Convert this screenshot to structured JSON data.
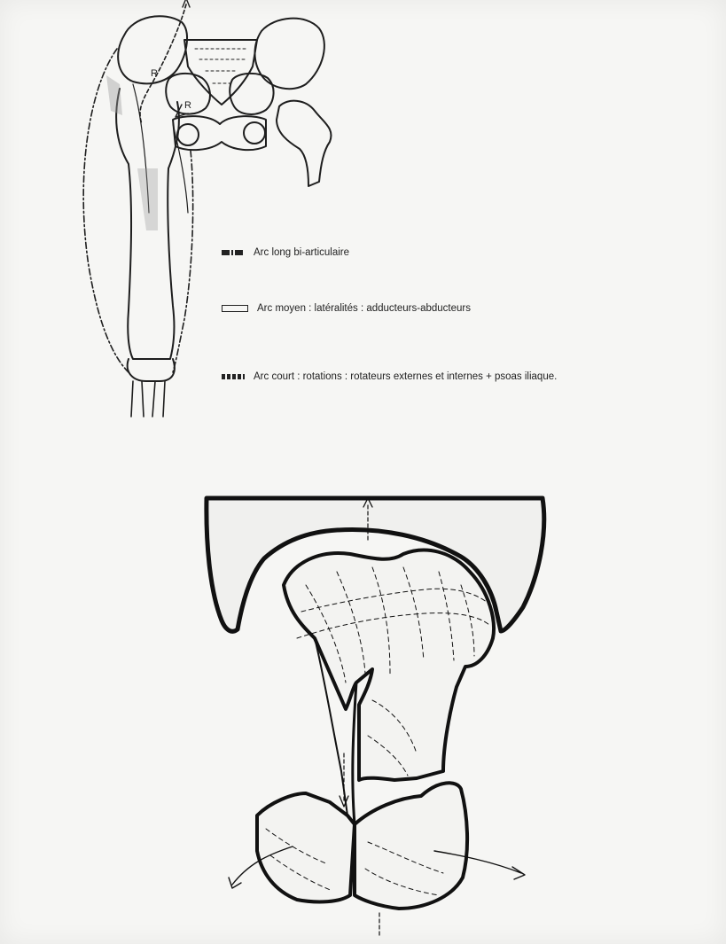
{
  "figure_top": {
    "labels": {
      "r1": "R",
      "r2": "R"
    }
  },
  "legend": [
    {
      "id": "long",
      "text": "Arc long bi-articulaire"
    },
    {
      "id": "mid",
      "text": "Arc moyen : latéralités : adducteurs-abducteurs"
    },
    {
      "id": "short",
      "text": "Arc court : rotations : rotateurs externes et internes + psoas iliaque."
    }
  ]
}
